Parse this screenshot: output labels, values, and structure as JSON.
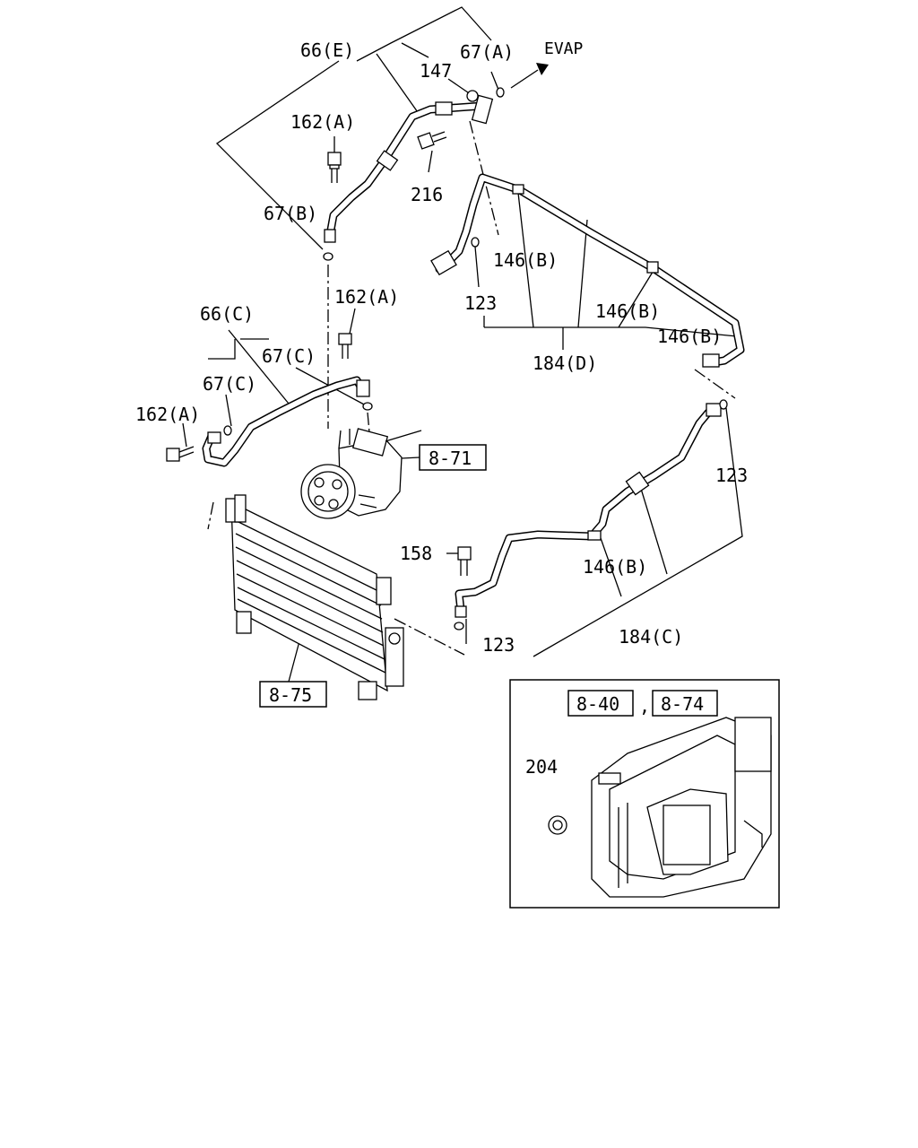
{
  "callouts": {
    "l_66e": "66(E)",
    "l_67a": "67(A)",
    "l_147": "147",
    "l_evap": "EVAP",
    "l_162a_1": "162(A)",
    "l_216": "216",
    "l_67b": "67(B)",
    "l_146b_1": "146(B)",
    "l_123_1": "123",
    "l_146b_2": "146(B)",
    "l_146b_3": "146(B)",
    "l_184d": "184(D)",
    "l_162a_2": "162(A)",
    "l_66c": "66(C)",
    "l_67c_1": "67(C)",
    "l_67c_2": "67(C)",
    "l_162a_3": "162(A)",
    "l_123_2": "123",
    "l_158": "158",
    "l_146b_4": "146(B)",
    "l_184c": "184(C)",
    "l_123_3": "123",
    "l_204": "204",
    "l_comma": ","
  },
  "refs": {
    "r_871": "8-71",
    "r_875": "8-75",
    "r_840": "8-40",
    "r_874": "8-74"
  }
}
